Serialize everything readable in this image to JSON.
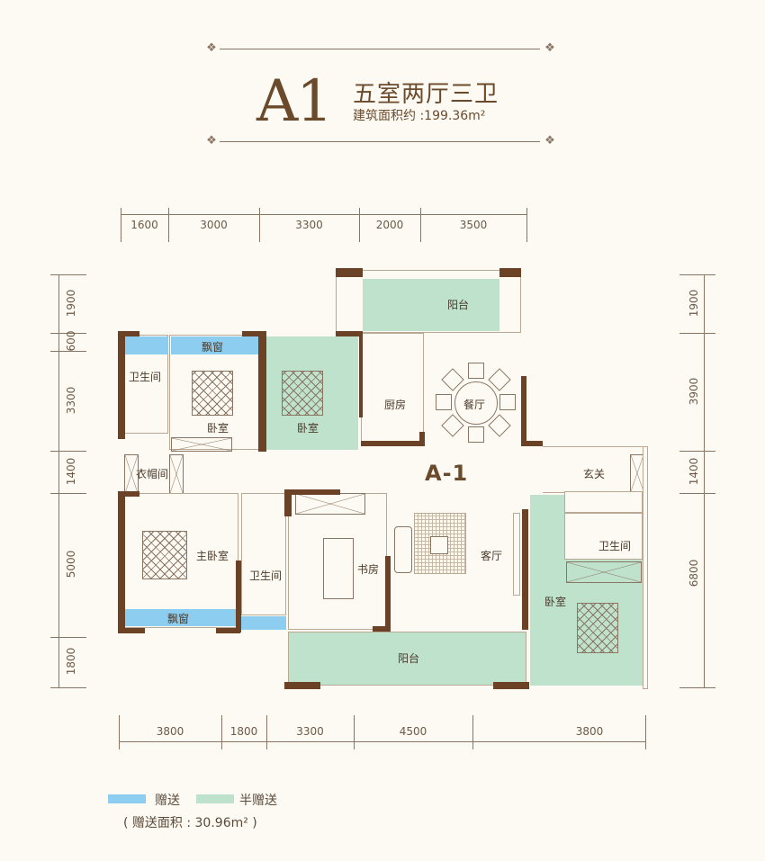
{
  "header": {
    "unit_code": "A1",
    "layout": "五室两厅三卫",
    "area_label": "建筑面积约 :199.36m²"
  },
  "plan": {
    "unit_label": "A-1",
    "rooms": {
      "balcony_top": "阳台",
      "bath_left": "卫生间",
      "bay_window_top": "飘窗",
      "bedroom_1": "卧室",
      "bedroom_2": "卧室",
      "kitchen": "厨房",
      "dining": "餐厅",
      "cloakroom": "衣帽间",
      "entry": "玄关",
      "master_bedroom": "主卧室",
      "bath_middle": "卫生间",
      "study": "书房",
      "living": "客厅",
      "bath_right": "卫生间",
      "bedroom_3": "卧室",
      "bay_window_bottom": "飘窗",
      "balcony_bottom": "阳台"
    }
  },
  "dimensions": {
    "top": [
      "1600",
      "3000",
      "3300",
      "2000",
      "3500"
    ],
    "bottom": [
      "3800",
      "1800",
      "3300",
      "4500",
      "3800"
    ],
    "left": [
      "1900",
      "600",
      "3300",
      "1400",
      "5000",
      "1800"
    ],
    "right": [
      "1900",
      "3900",
      "1400",
      "6800"
    ]
  },
  "legend": {
    "gift_label": "赠送",
    "gift_color": "#8ccdf0",
    "half_gift_label": "半赠送",
    "half_gift_color": "#bfe2cc",
    "gift_area": "( 赠送面积 : 30.96m² )"
  },
  "colors": {
    "wall": "#6b4226",
    "title": "#6b4a2b",
    "background": "#fdfaf3"
  }
}
